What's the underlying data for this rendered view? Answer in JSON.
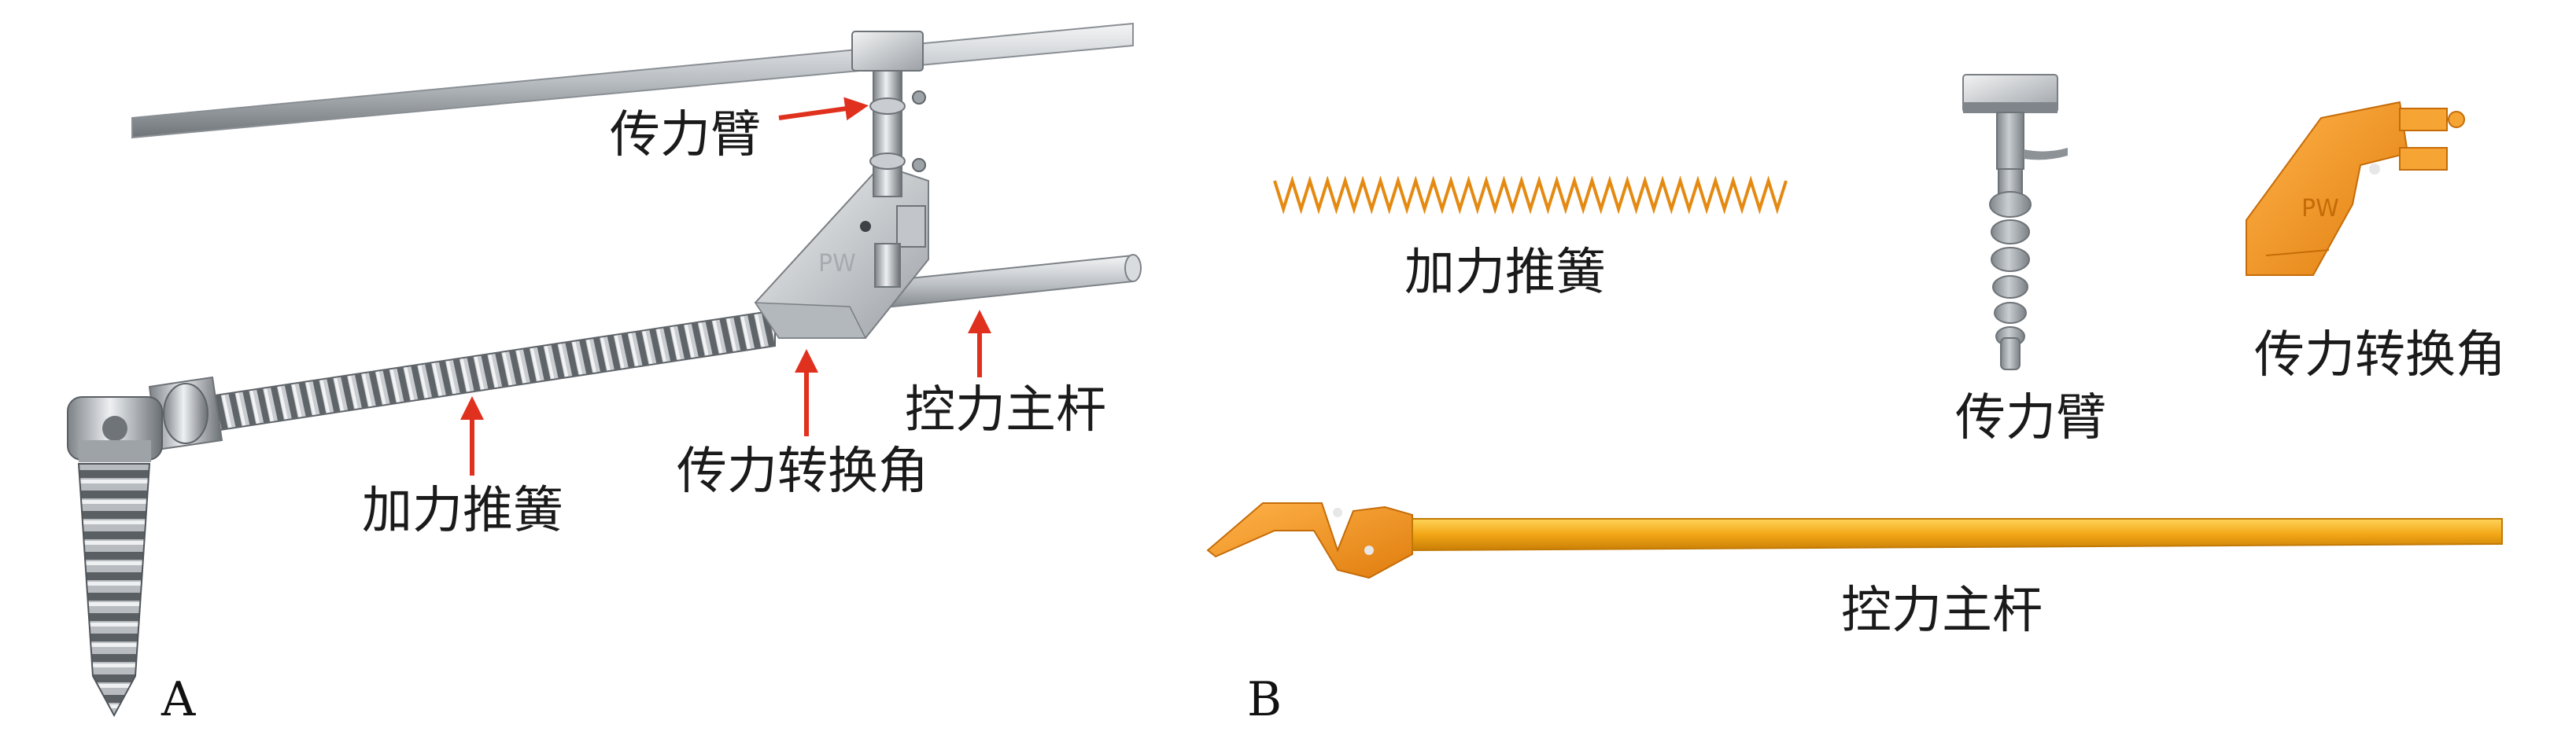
{
  "panels": {
    "a": {
      "letter": "A",
      "labels": {
        "arm": "传力臂",
        "spring": "加力推簧",
        "corner": "传力转换角",
        "rod": "控力主杆"
      }
    },
    "b": {
      "letter": "B",
      "labels": {
        "spring": "加力推簧",
        "arm": "传力臂",
        "corner": "传力转换角",
        "rod": "控力主杆"
      },
      "corner_mark": "PW"
    }
  },
  "colors": {
    "arrow": "#e0301e",
    "metal_light": "#e6e8ea",
    "metal_dark": "#6e7378",
    "orange": "#f0941c",
    "rod_yellow": "#f3ad16",
    "grey_part": "#9aa0a5"
  }
}
